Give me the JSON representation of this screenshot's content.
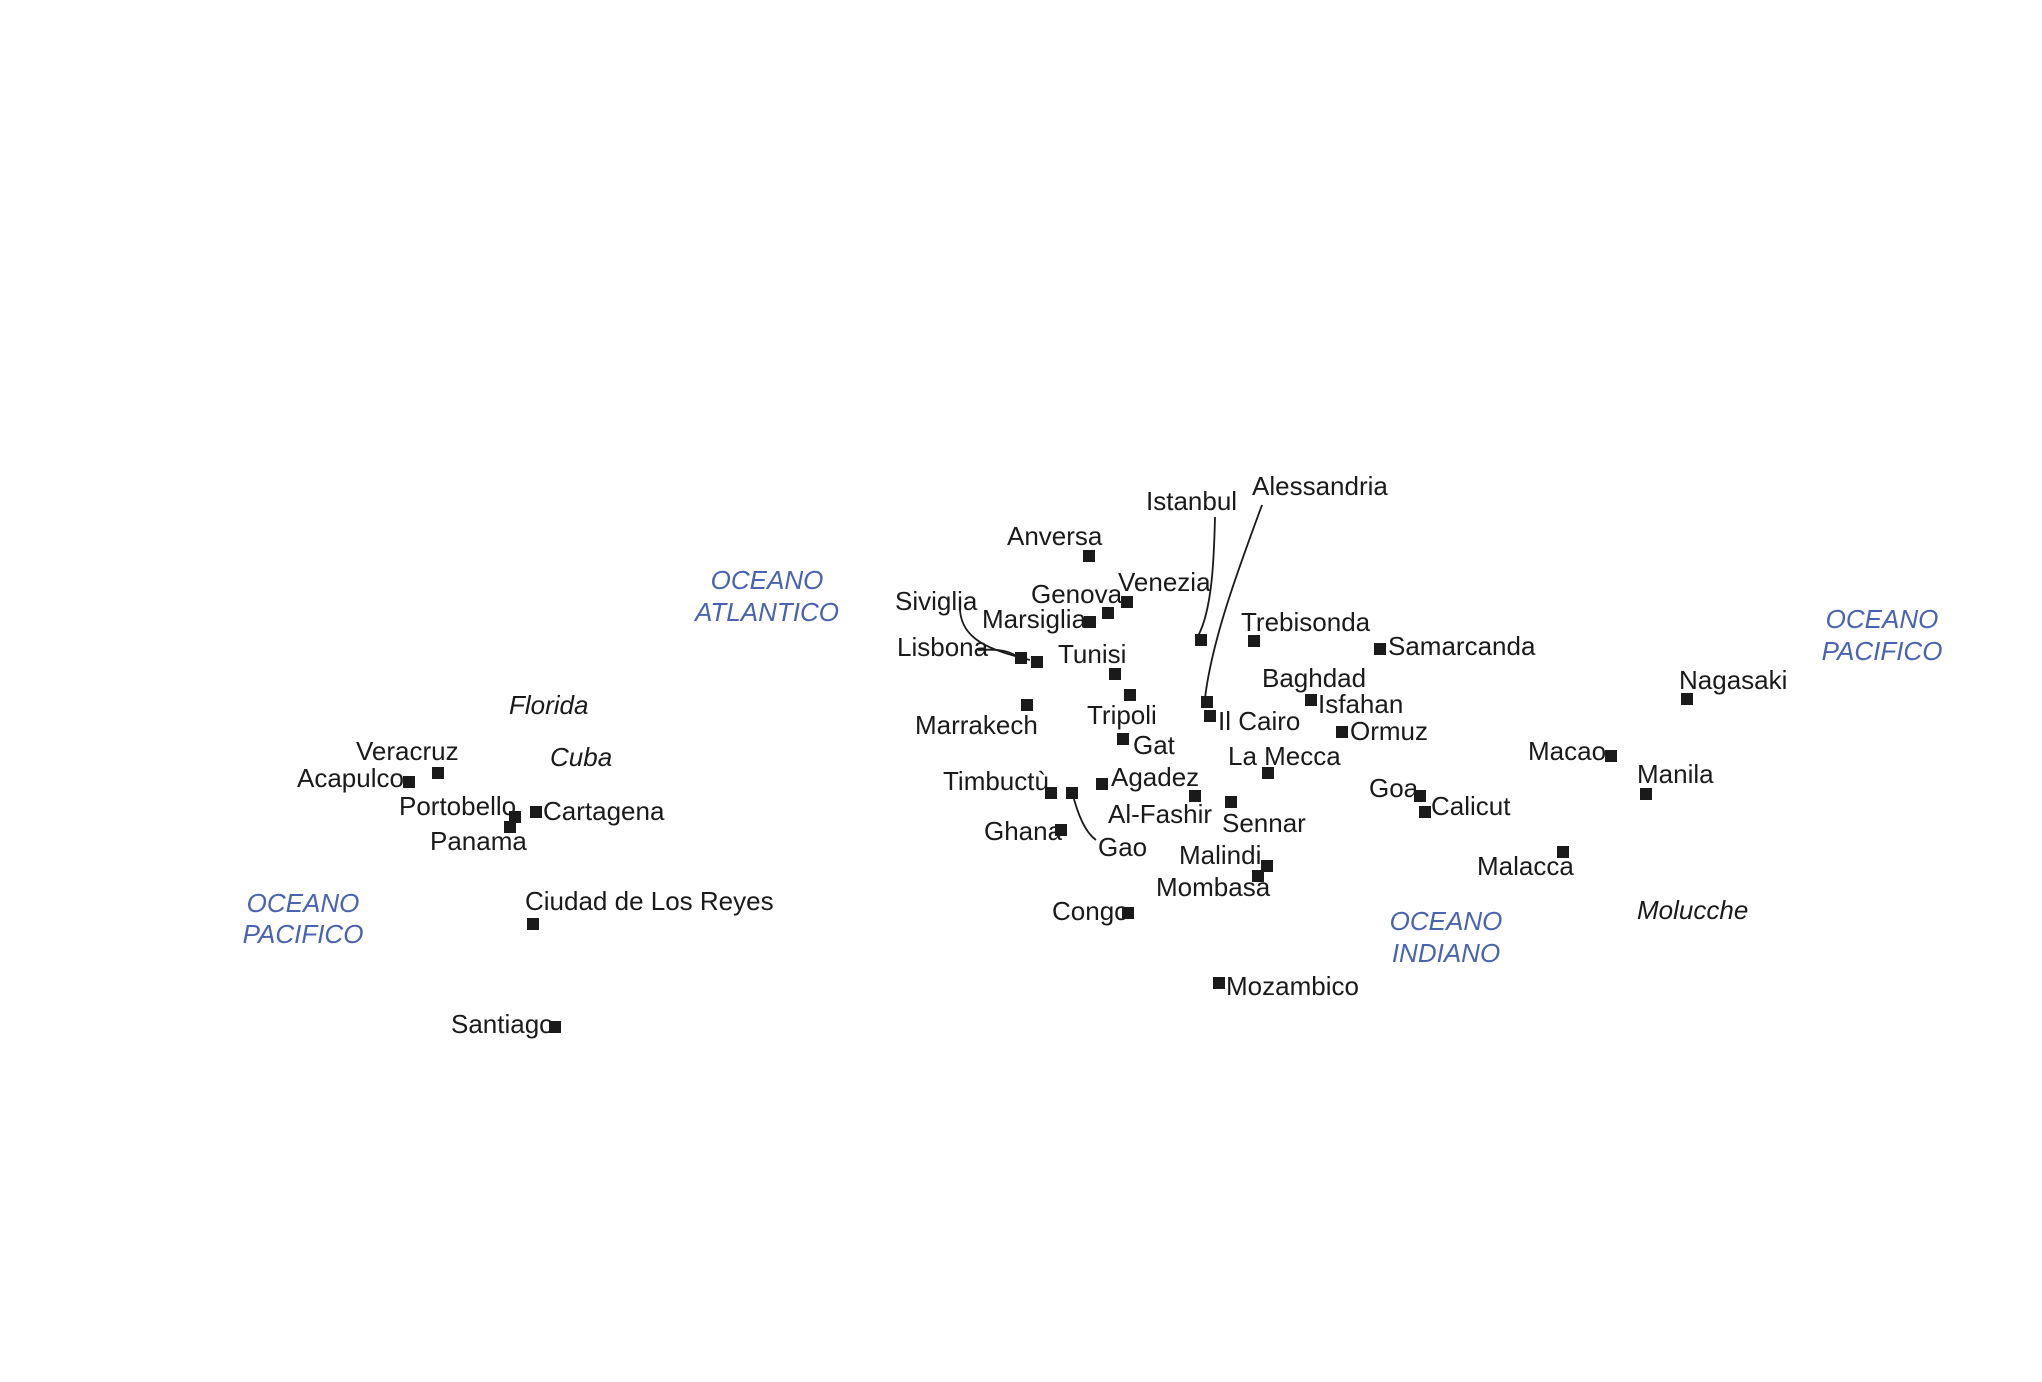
{
  "cities": [
    {
      "name": "Veracruz"
    },
    {
      "name": "Acapulco"
    },
    {
      "name": "Portobello"
    },
    {
      "name": "Cartagena"
    },
    {
      "name": "Panama"
    },
    {
      "name": "Ciudad de Los Reyes"
    },
    {
      "name": "Santiago"
    },
    {
      "name": "Anversa"
    },
    {
      "name": "Genova"
    },
    {
      "name": "Venezia"
    },
    {
      "name": "Siviglia"
    },
    {
      "name": "Marsiglia"
    },
    {
      "name": "Lisbona"
    },
    {
      "name": "Tunisi"
    },
    {
      "name": "Marrakech"
    },
    {
      "name": "Tripoli"
    },
    {
      "name": "Gat"
    },
    {
      "name": "Timbuctù"
    },
    {
      "name": "Agadez"
    },
    {
      "name": "Al-Fashir"
    },
    {
      "name": "Ghana"
    },
    {
      "name": "Gao"
    },
    {
      "name": "Congo"
    },
    {
      "name": "Istanbul"
    },
    {
      "name": "Alessandria"
    },
    {
      "name": "Il Cairo"
    },
    {
      "name": "Trebisonda"
    },
    {
      "name": "Samarcanda"
    },
    {
      "name": "Baghdad"
    },
    {
      "name": "Isfahan"
    },
    {
      "name": "Ormuz"
    },
    {
      "name": "La Mecca"
    },
    {
      "name": "Sennar"
    },
    {
      "name": "Malindi"
    },
    {
      "name": "Mombasa"
    },
    {
      "name": "Mozambico"
    },
    {
      "name": "Goa"
    },
    {
      "name": "Calicut"
    },
    {
      "name": "Macao"
    },
    {
      "name": "Nagasaki"
    },
    {
      "name": "Manila"
    },
    {
      "name": "Malacca"
    }
  ],
  "regions": [
    {
      "name": "Florida"
    },
    {
      "name": "Cuba"
    },
    {
      "name": "Molucche"
    }
  ],
  "oceans": [
    {
      "line1": "OCEANO",
      "line2": "ATLANTICO"
    },
    {
      "line1": "OCEANO",
      "line2": "PACIFICO"
    },
    {
      "line1": "OCEANO",
      "line2": "INDIANO"
    },
    {
      "line1": "OCEANO",
      "line2": "PACIFICO"
    }
  ],
  "colors": {
    "ink": "#1a1a1a",
    "ocean_text": "#4a63b0",
    "background": "#ffffff"
  }
}
